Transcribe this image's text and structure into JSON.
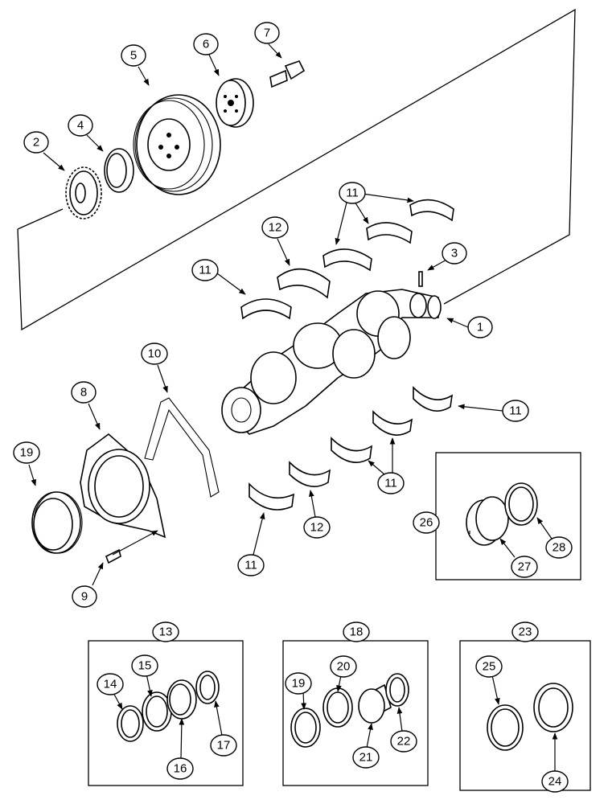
{
  "callouts": {
    "c1": "1",
    "c2": "2",
    "c3": "3",
    "c4": "4",
    "c5": "5",
    "c6": "6",
    "c7": "7",
    "c8": "8",
    "c9": "9",
    "c10": "10",
    "c11a": "11",
    "c11b": "11",
    "c11c": "11",
    "c11d": "11",
    "c11e": "11",
    "c12a": "12",
    "c12b": "12",
    "c13": "13",
    "c14": "14",
    "c15": "15",
    "c16": "16",
    "c17": "17",
    "c18": "18",
    "c19a": "19",
    "c19b": "19",
    "c20": "20",
    "c21": "21",
    "c22": "22",
    "c23": "23",
    "c24": "24",
    "c25": "25",
    "c26": "26",
    "c27": "27",
    "c28": "28"
  }
}
